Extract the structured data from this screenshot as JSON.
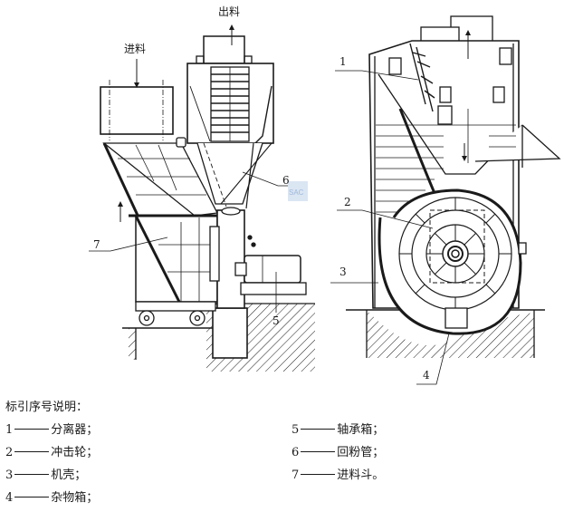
{
  "diagram": {
    "left_view": {
      "inlet_label": "进料",
      "outlet_label": "出料",
      "callouts": [
        "5",
        "6",
        "7"
      ]
    },
    "right_view": {
      "callouts": [
        "1",
        "2",
        "3",
        "4"
      ]
    },
    "watermark": "SAC",
    "watermark_color": "#b9cde6"
  },
  "legend": {
    "title": "标引序号说明：",
    "items": [
      {
        "num": "1",
        "text": "分离器；"
      },
      {
        "num": "2",
        "text": "冲击轮；"
      },
      {
        "num": "3",
        "text": "机壳；"
      },
      {
        "num": "4",
        "text": "杂物箱；"
      },
      {
        "num": "5",
        "text": "轴承箱；"
      },
      {
        "num": "6",
        "text": "回粉管；"
      },
      {
        "num": "7",
        "text": "进料斗。"
      }
    ]
  }
}
